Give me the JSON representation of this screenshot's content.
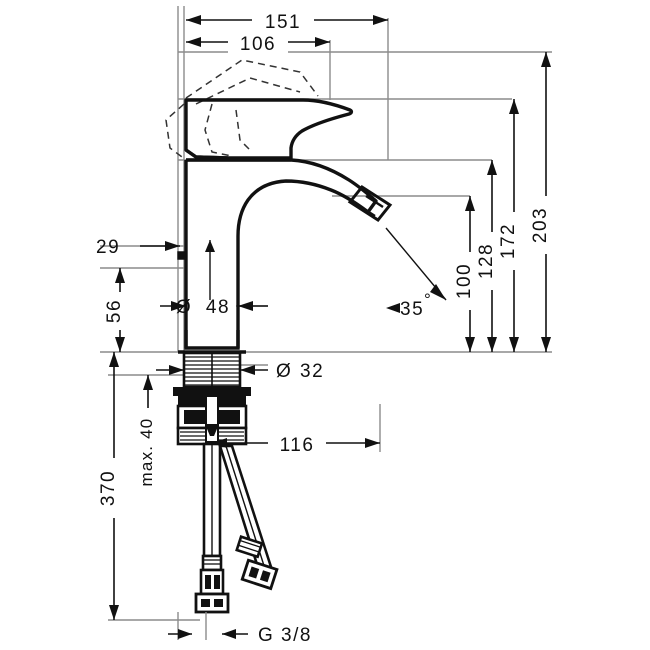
{
  "drawing": {
    "title": "Single lever basin mixer technical dimension drawing",
    "units": "mm",
    "line_colors": {
      "object": "#111111",
      "extension": "#8c8c8c",
      "dimension": "#111111",
      "hidden": "#333333"
    }
  },
  "dimensions": {
    "top": [
      {
        "id": "width-151",
        "label": "151"
      },
      {
        "id": "width-106",
        "label": "106"
      }
    ],
    "right": [
      {
        "id": "height-100",
        "label": "100"
      },
      {
        "id": "height-128",
        "label": "128"
      },
      {
        "id": "height-172",
        "label": "172"
      },
      {
        "id": "height-203",
        "label": "203"
      }
    ],
    "left": [
      {
        "id": "offset-29",
        "label": "29"
      },
      {
        "id": "height-56",
        "label": "56"
      },
      {
        "id": "depth-max-40",
        "label": "max. 40"
      },
      {
        "id": "hose-370",
        "label": "370"
      }
    ],
    "body": [
      {
        "id": "dia-48",
        "label": "48",
        "symbol": "Ø"
      },
      {
        "id": "dia-32",
        "label": "32",
        "symbol": "Ø"
      }
    ],
    "lower": [
      {
        "id": "reach-116",
        "label": "116"
      }
    ],
    "angle": {
      "id": "angle-35",
      "label": "35",
      "symbol": "°"
    },
    "thread": {
      "id": "thread-g38",
      "label": "G 3/8"
    }
  }
}
